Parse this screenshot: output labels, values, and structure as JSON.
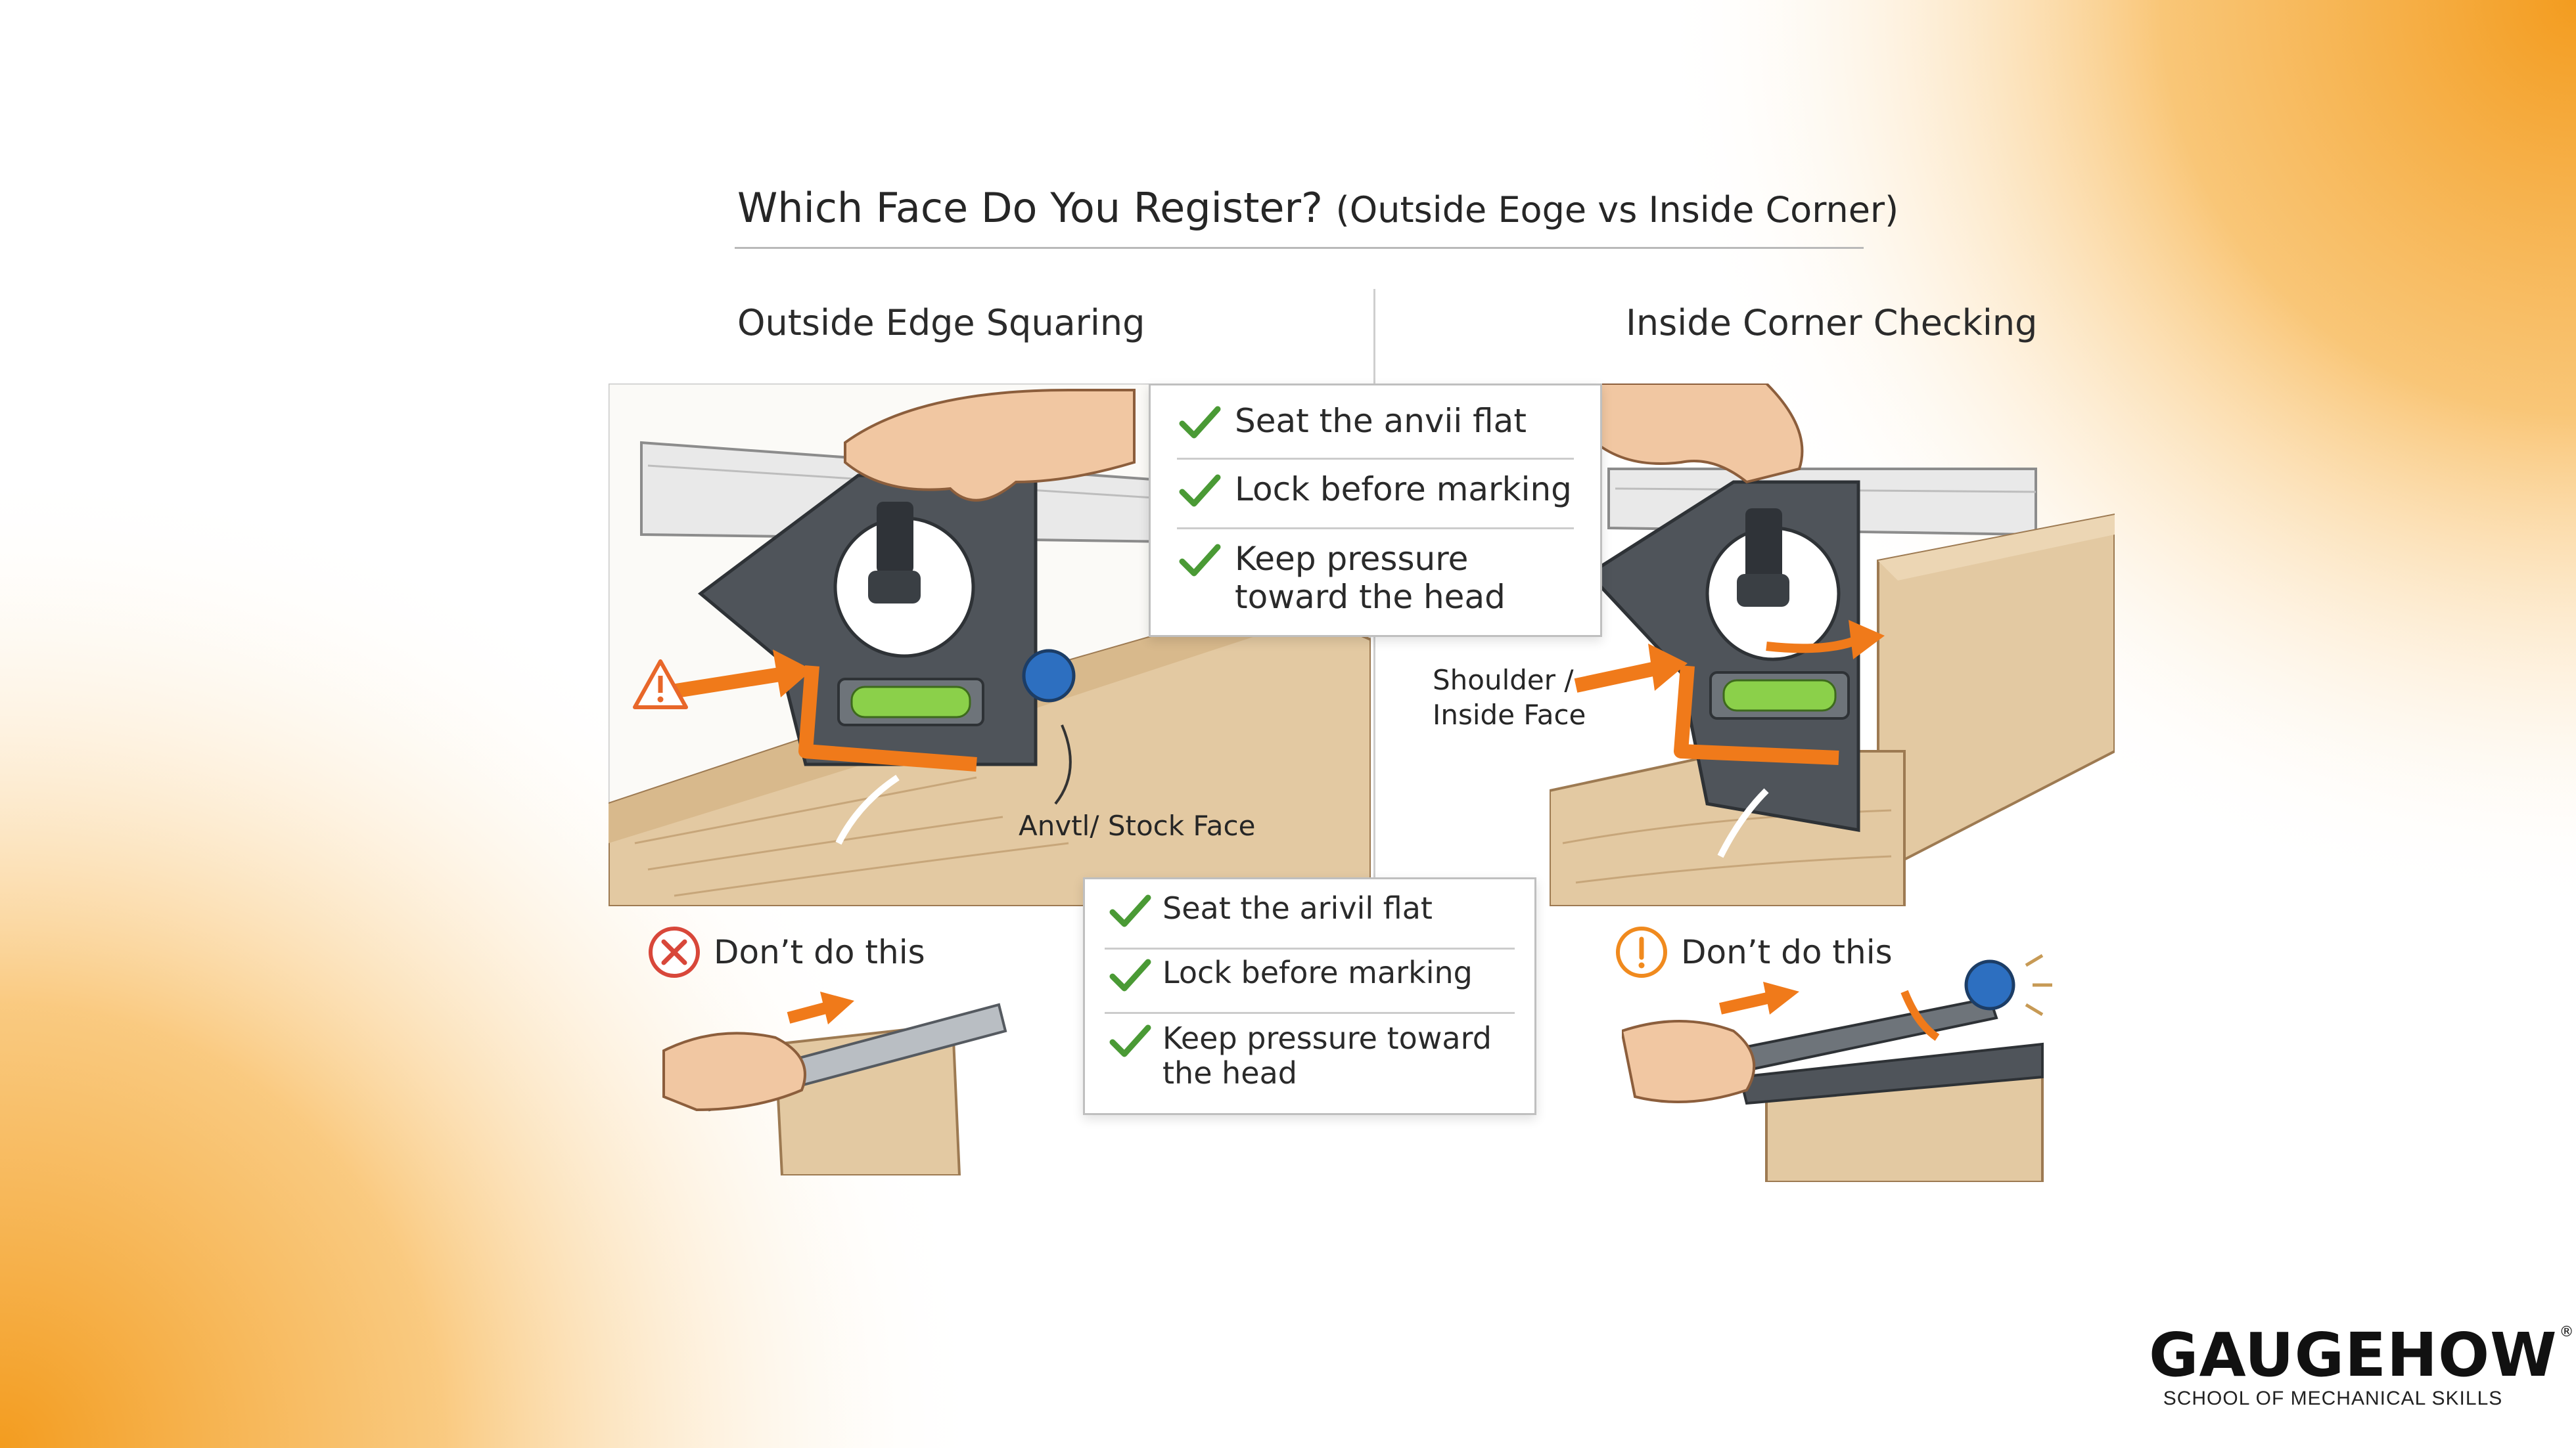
{
  "title": {
    "main": "Which Face Do You Register?",
    "sub": "(Outside Eoge vs Inside Corner)"
  },
  "panels": {
    "left_title": "Outside Edge Squaring",
    "right_title": "Inside Corner Checking"
  },
  "callout_top": {
    "items": [
      "Seat the anvii flat",
      "Lock before marking",
      "Keep pressure\ntoward the head"
    ]
  },
  "callout_bottom": {
    "items": [
      "Seat the arivil flat",
      "Lock before marking",
      "Keep pressure toward\nthe head"
    ]
  },
  "labels": {
    "anvil": "Anvtl/ Stock Face",
    "shoulder": "Shoulder /\nInside Face"
  },
  "warnings": {
    "left": "Don’t do this",
    "right": "Don’t do this"
  },
  "brand": {
    "name": "GAUGEHOW",
    "reg": "®",
    "tagline": "SCHOOL OF MECHANICAL SKILLS"
  },
  "colors": {
    "accent_orange": "#f39c1f",
    "arrow_orange": "#f07a1a",
    "check_green": "#4a9a35",
    "error_red": "#d8473a",
    "tool_gray": "#555a60",
    "wood": "#dfc49e",
    "level_green": "#8bd04a",
    "knob_blue": "#2d6fc0"
  },
  "icons": [
    "warning-triangle-icon",
    "check-icon",
    "error-x-icon",
    "alert-circle-icon"
  ]
}
